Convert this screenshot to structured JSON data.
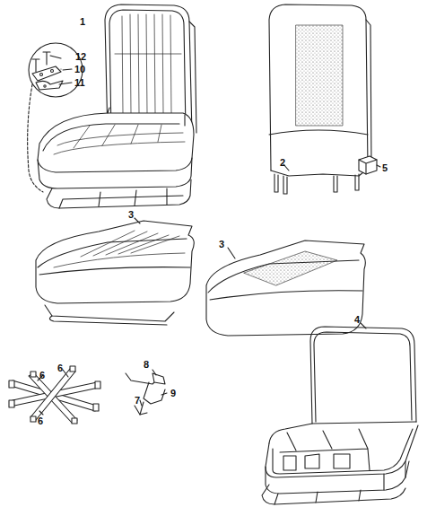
{
  "diagram": {
    "labels": [
      "1",
      "12",
      "10",
      "11",
      "2",
      "5",
      "3",
      "3",
      "4",
      "8",
      "6",
      "6",
      "6",
      "9",
      "7"
    ]
  }
}
